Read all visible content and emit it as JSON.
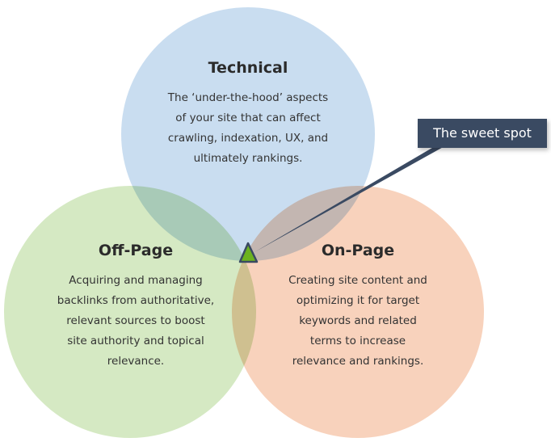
{
  "circles": {
    "technical": {
      "title": "Technical",
      "lines": [
        "The ‘under-the-hood’ aspects",
        "of your site that can affect",
        "crawling, indexation, UX, and",
        "ultimately rankings."
      ],
      "color": "#c4daef"
    },
    "offpage": {
      "title": "Off-Page",
      "lines": [
        "Acquiring and managing",
        "backlinks from authoritative,",
        "relevant sources to boost",
        "site authority and topical",
        "relevance."
      ],
      "color": "#d2e8bf"
    },
    "onpage": {
      "title": "On-Page",
      "lines": [
        "Creating site content and",
        "optimizing it for target",
        "keywords and related",
        "terms to increase",
        "relevance and rankings."
      ],
      "color": "#f7cdb5"
    }
  },
  "callout": {
    "label": "The sweet spot",
    "color": "#3a4a62",
    "marker_color": "#6cb31f"
  }
}
